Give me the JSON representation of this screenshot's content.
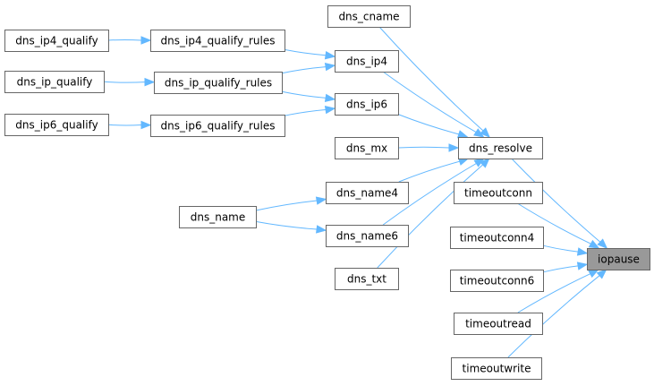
{
  "graph": {
    "nodes": [
      {
        "id": "dns_ip4_qualify",
        "label": "dns_ip4_qualify"
      },
      {
        "id": "dns_ip4_qualify_rules",
        "label": "dns_ip4_qualify_rules"
      },
      {
        "id": "dns_ip_qualify",
        "label": "dns_ip_qualify"
      },
      {
        "id": "dns_ip_qualify_rules",
        "label": "dns_ip_qualify_rules"
      },
      {
        "id": "dns_ip6_qualify",
        "label": "dns_ip6_qualify"
      },
      {
        "id": "dns_ip6_qualify_rules",
        "label": "dns_ip6_qualify_rules"
      },
      {
        "id": "dns_name",
        "label": "dns_name"
      },
      {
        "id": "dns_cname",
        "label": "dns_cname"
      },
      {
        "id": "dns_ip4",
        "label": "dns_ip4"
      },
      {
        "id": "dns_ip6",
        "label": "dns_ip6"
      },
      {
        "id": "dns_mx",
        "label": "dns_mx"
      },
      {
        "id": "dns_name4",
        "label": "dns_name4"
      },
      {
        "id": "dns_name6",
        "label": "dns_name6"
      },
      {
        "id": "dns_txt",
        "label": "dns_txt"
      },
      {
        "id": "dns_resolve",
        "label": "dns_resolve"
      },
      {
        "id": "timeoutconn",
        "label": "timeoutconn"
      },
      {
        "id": "timeoutconn4",
        "label": "timeoutconn4"
      },
      {
        "id": "timeoutconn6",
        "label": "timeoutconn6"
      },
      {
        "id": "timeoutread",
        "label": "timeoutread"
      },
      {
        "id": "timeoutwrite",
        "label": "timeoutwrite"
      },
      {
        "id": "iopause",
        "label": "iopause",
        "highlight": true
      }
    ],
    "edges": [
      {
        "from": "dns_ip4_qualify",
        "to": "dns_ip4_qualify_rules"
      },
      {
        "from": "dns_ip_qualify",
        "to": "dns_ip_qualify_rules"
      },
      {
        "from": "dns_ip6_qualify",
        "to": "dns_ip6_qualify_rules"
      },
      {
        "from": "dns_ip4_qualify_rules",
        "to": "dns_ip4"
      },
      {
        "from": "dns_ip_qualify_rules",
        "to": "dns_ip4"
      },
      {
        "from": "dns_ip_qualify_rules",
        "to": "dns_ip6"
      },
      {
        "from": "dns_ip6_qualify_rules",
        "to": "dns_ip6"
      },
      {
        "from": "dns_name",
        "to": "dns_name4"
      },
      {
        "from": "dns_name",
        "to": "dns_name6"
      },
      {
        "from": "dns_cname",
        "to": "dns_resolve"
      },
      {
        "from": "dns_ip4",
        "to": "dns_resolve"
      },
      {
        "from": "dns_ip6",
        "to": "dns_resolve"
      },
      {
        "from": "dns_mx",
        "to": "dns_resolve"
      },
      {
        "from": "dns_name4",
        "to": "dns_resolve"
      },
      {
        "from": "dns_name6",
        "to": "dns_resolve"
      },
      {
        "from": "dns_txt",
        "to": "dns_resolve"
      },
      {
        "from": "dns_resolve",
        "to": "iopause"
      },
      {
        "from": "timeoutconn",
        "to": "iopause"
      },
      {
        "from": "timeoutconn4",
        "to": "iopause"
      },
      {
        "from": "timeoutconn6",
        "to": "iopause"
      },
      {
        "from": "timeoutread",
        "to": "iopause"
      },
      {
        "from": "timeoutwrite",
        "to": "iopause"
      }
    ]
  },
  "colors": {
    "edge": "#63b8ff",
    "node_border": "#666666",
    "node_fill": "#ffffff",
    "highlight_fill": "#999999"
  }
}
